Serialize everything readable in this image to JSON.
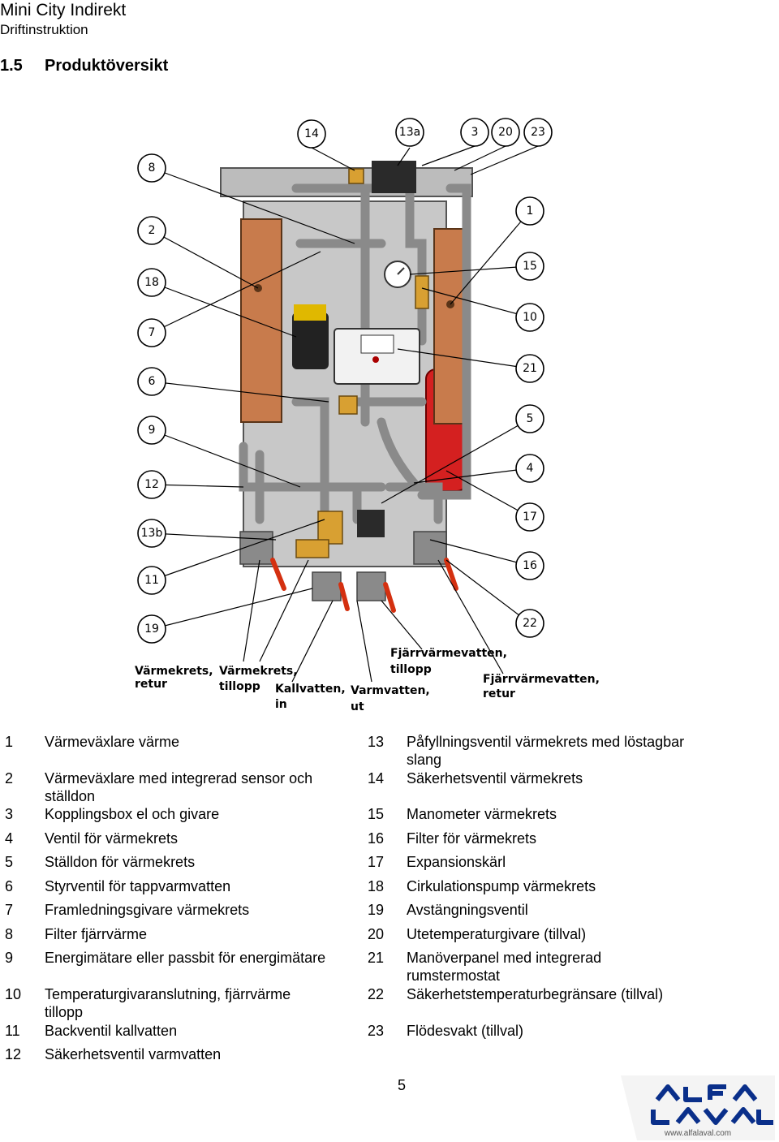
{
  "header": {
    "title": "Mini City Indirekt",
    "subtitle": "Driftinstruktion"
  },
  "section": {
    "number": "1.5",
    "title": "Produktöversikt"
  },
  "callouts": {
    "c14": "14",
    "c13a": "13a",
    "c3": "3",
    "c20": "20",
    "c23": "23",
    "c8": "8",
    "c2": "2",
    "c18": "18",
    "c7": "7",
    "c6": "6",
    "c9": "9",
    "c12": "12",
    "c13b": "13b",
    "c11": "11",
    "c19": "19",
    "c1": "1",
    "c15": "15",
    "c10": "10",
    "c21": "21",
    "c5": "5",
    "c4": "4",
    "c17": "17",
    "c16": "16",
    "c22": "22"
  },
  "connections": {
    "vk_retur_1": "Värmekrets,",
    "vk_retur_2": "retur",
    "vk_tillopp_1": "Värmekrets,",
    "vk_tillopp_2": "tillopp",
    "kv_in_1": "Kallvatten,",
    "kv_in_2": "in",
    "vv_ut_1": "Varmvatten,",
    "vv_ut_2": "ut",
    "fv_tillopp_1": "Fjärrvärmevatten,",
    "fv_tillopp_2": "tillopp",
    "fv_retur_1": "Fjärrvärmevatten,",
    "fv_retur_2": "retur"
  },
  "legend_left": [
    {
      "n": "1",
      "t": "Värmeväxlare värme"
    },
    {
      "n": "2",
      "t": "Värmeväxlare med integrerad sensor och ställdon"
    },
    {
      "n": "3",
      "t": "Kopplingsbox el och givare"
    },
    {
      "n": "4",
      "t": "Ventil för värmekrets"
    },
    {
      "n": "5",
      "t": "Ställdon för värmekrets"
    },
    {
      "n": "6",
      "t": "Styrventil för tappvarmvatten"
    },
    {
      "n": "7",
      "t": "Framledningsgivare värmekrets"
    },
    {
      "n": "8",
      "t": "Filter fjärrvärme"
    },
    {
      "n": "9",
      "t": "Energimätare eller passbit för energimätare"
    },
    {
      "n": "10",
      "t": "Temperaturgivaranslutning, fjärrvärme tillopp"
    },
    {
      "n": "11",
      "t": "Backventil kallvatten"
    },
    {
      "n": "12",
      "t": "Säkerhetsventil varmvatten"
    }
  ],
  "legend_right": [
    {
      "n": "13",
      "t": "Påfyllningsventil värmekrets med löstagbar slang"
    },
    {
      "n": "14",
      "t": "Säkerhetsventil värmekrets"
    },
    {
      "n": "15",
      "t": "Manometer värmekrets"
    },
    {
      "n": "16",
      "t": "Filter för värmekrets"
    },
    {
      "n": "17",
      "t": "Expansionskärl"
    },
    {
      "n": "18",
      "t": "Cirkulationspump värmekrets"
    },
    {
      "n": "19",
      "t": "Avstängningsventil"
    },
    {
      "n": "20",
      "t": "Utetemperaturgivare (tillval)"
    },
    {
      "n": "21",
      "t": "Manöverpanel med integrerad rumstermostat"
    },
    {
      "n": "22",
      "t": "Säkerhetstemperaturbegränsare (tillval)"
    },
    {
      "n": "23",
      "t": "Flödesvakt (tillval)"
    }
  ],
  "footer": {
    "page_number": "5",
    "logo_text": "www.alfalaval.com"
  }
}
